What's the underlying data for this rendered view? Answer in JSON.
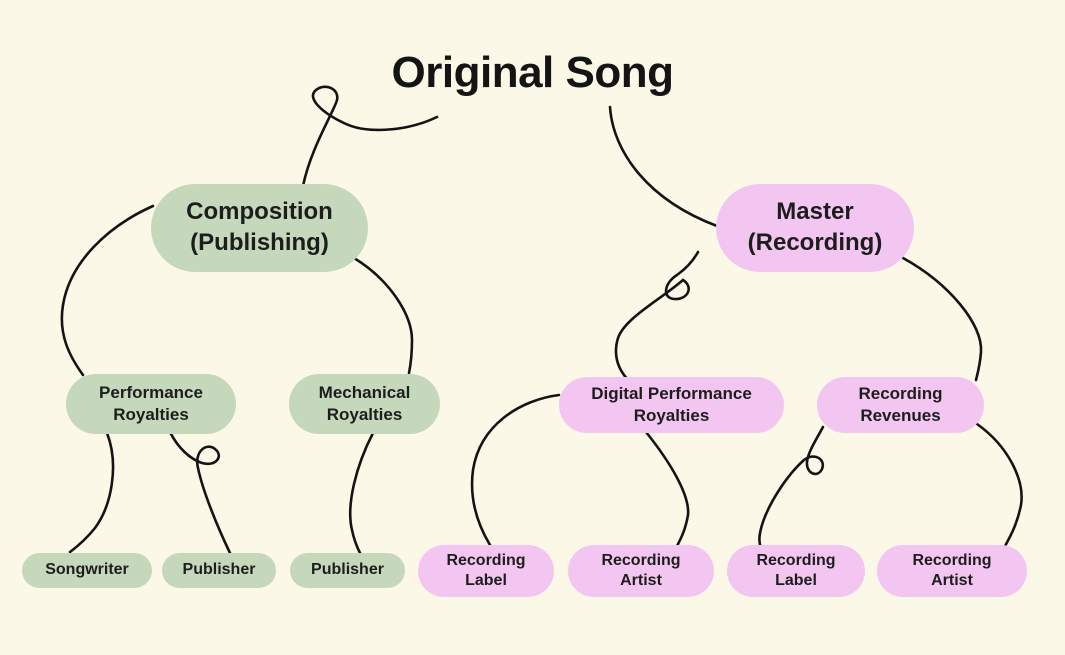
{
  "title": "Original Song",
  "colors": {
    "background": "#fbf8e8",
    "composition_branch": "#c6d8bc",
    "master_branch": "#f3c6f2",
    "connector_line": "#141414",
    "text": "#1d1d1d"
  },
  "nodes": {
    "composition": {
      "label": "Composition\n(Publishing)"
    },
    "master": {
      "label": "Master\n(Recording)"
    },
    "performance_royalties": {
      "label": "Performance\nRoyalties"
    },
    "mechanical_royalties": {
      "label": "Mechanical\nRoyalties"
    },
    "digital_performance_royalties": {
      "label": "Digital Performance\nRoyalties"
    },
    "recording_revenues": {
      "label": "Recording\nRevenues"
    },
    "songwriter": {
      "label": "Songwriter"
    },
    "publisher_1": {
      "label": "Publisher"
    },
    "publisher_2": {
      "label": "Publisher"
    },
    "recording_label_1": {
      "label": "Recording\nLabel"
    },
    "recording_artist_1": {
      "label": "Recording\nArtist"
    },
    "recording_label_2": {
      "label": "Recording\nLabel"
    },
    "recording_artist_2": {
      "label": "Recording\nArtist"
    }
  },
  "edges": [
    {
      "from": "Original Song",
      "to": "Composition (Publishing)"
    },
    {
      "from": "Original Song",
      "to": "Master (Recording)"
    },
    {
      "from": "Composition (Publishing)",
      "to": "Performance Royalties"
    },
    {
      "from": "Composition (Publishing)",
      "to": "Mechanical Royalties"
    },
    {
      "from": "Performance Royalties",
      "to": "Songwriter"
    },
    {
      "from": "Performance Royalties",
      "to": "Publisher"
    },
    {
      "from": "Mechanical Royalties",
      "to": "Publisher"
    },
    {
      "from": "Master (Recording)",
      "to": "Digital Performance Royalties"
    },
    {
      "from": "Master (Recording)",
      "to": "Recording Revenues"
    },
    {
      "from": "Digital Performance Royalties",
      "to": "Recording Label"
    },
    {
      "from": "Digital Performance Royalties",
      "to": "Recording Artist"
    },
    {
      "from": "Recording Revenues",
      "to": "Recording Label"
    },
    {
      "from": "Recording Revenues",
      "to": "Recording Artist"
    }
  ]
}
